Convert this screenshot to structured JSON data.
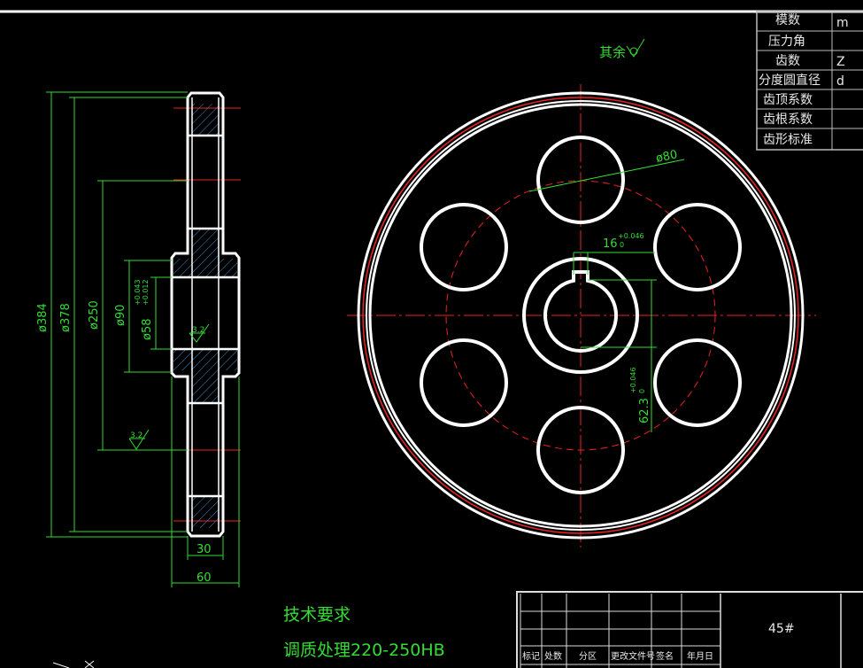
{
  "dimensions": {
    "d384": "ø384",
    "d378": "ø378",
    "d250": "ø250",
    "d90": "ø90",
    "d58": "ø58",
    "d58_tol_upper": "+0.043",
    "d58_tol_lower": "+0.012",
    "d80": "ø80",
    "w16": "16",
    "w16_tol_upper": "+0.046",
    "w16_tol_lower": "0",
    "h62": "62.3",
    "h62_tol_upper": "+0.046",
    "h62_tol_lower": "0",
    "width30": "30",
    "width60": "60"
  },
  "roughness": {
    "value_bore": "3.2",
    "value_web": "3.2",
    "rest_label": "其余"
  },
  "param_table": {
    "rows": [
      {
        "name": "模数",
        "symbol": "m"
      },
      {
        "name": "压力角",
        "symbol": ""
      },
      {
        "name": "齿数",
        "symbol": "Z"
      },
      {
        "name": "分度圆直径",
        "symbol": "d"
      },
      {
        "name": "齿顶系数",
        "symbol": ""
      },
      {
        "name": "齿根系数",
        "symbol": ""
      },
      {
        "name": "齿形标准",
        "symbol": ""
      }
    ]
  },
  "tech_req": {
    "title": "技术要求",
    "line1": "调质处理220-250HB"
  },
  "title_block": {
    "material": "45#",
    "headers": [
      "标记",
      "处数",
      "分区",
      "更改文件号",
      "签名",
      "年月日"
    ]
  },
  "colors": {
    "outline": "#ffffff",
    "dimension": "#33dd33",
    "centerline": "#ee2222",
    "hatch": "#3a8fd0"
  }
}
